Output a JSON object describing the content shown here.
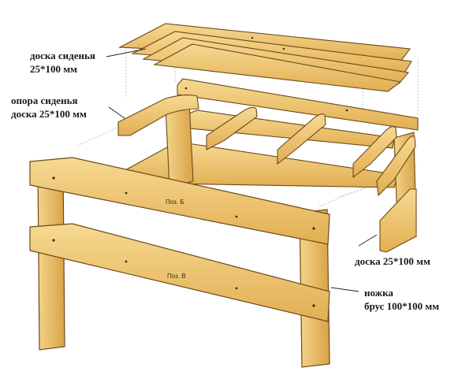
{
  "labels": {
    "seat_board_1": "доска сиденья",
    "seat_board_2": "25*100 мм",
    "seat_support_1": "опора сиденья",
    "seat_support_2": "доска 25*100 мм",
    "side_board": "доска 25*100 мм",
    "leg_1": "ножка",
    "leg_2": "брус 100*100 мм"
  },
  "marks": {
    "upper_rail": "Поз. Б",
    "lower_rail": "Поз. В"
  },
  "colors": {
    "wood_light": "#f3cf7e",
    "wood_mid": "#e6b55a",
    "wood_dark": "#c98f34",
    "outline": "#6b4a1a",
    "guide": "#b9b9b9"
  }
}
